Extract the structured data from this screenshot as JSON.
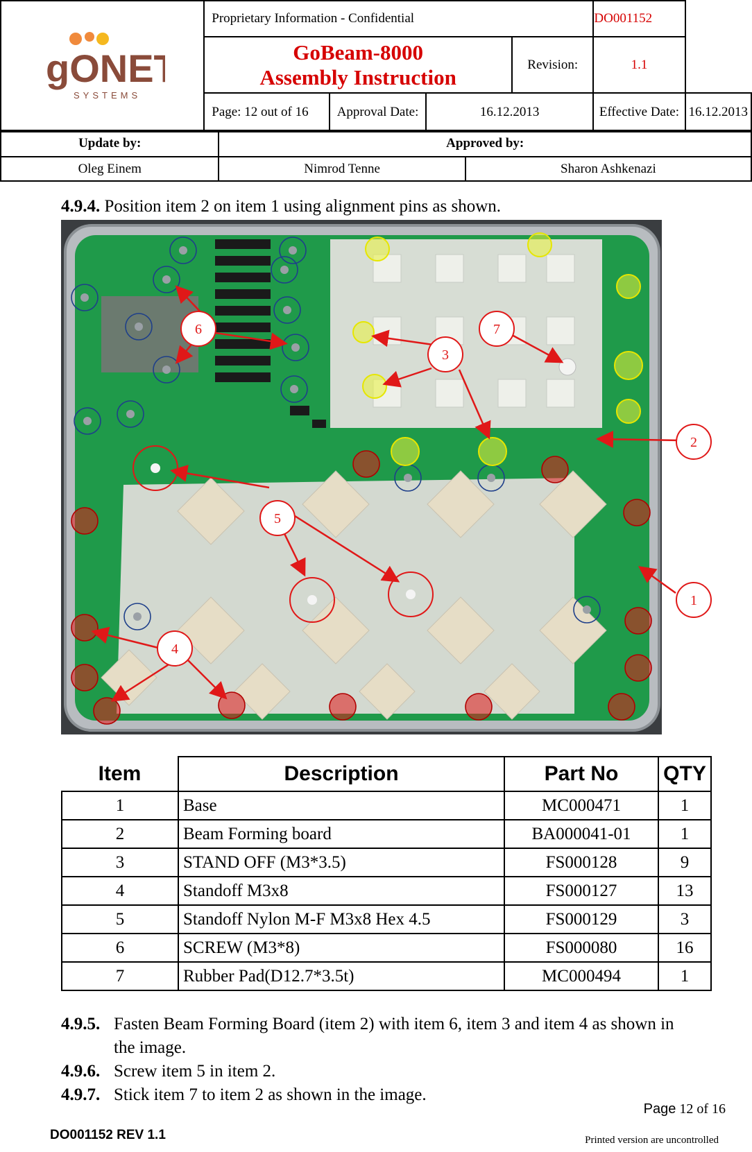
{
  "header": {
    "logo_text": "gONET",
    "logo_sub": "SYSTEMS",
    "confidential": "Proprietary Information - Confidential",
    "doc_id": "DO001152",
    "title_line1": "GoBeam-8000",
    "title_line2": "Assembly Instruction",
    "revision_label": "Revision:",
    "revision_value": "1.1",
    "page_label": "Page: 12 out of 16",
    "approval_label": "Approval Date:",
    "approval_value": "16.12.2013",
    "effective_label": "Effective Date:",
    "effective_value": "16.12.2013",
    "update_by_label": "Update by:",
    "approved_by_label": "Approved by:",
    "updater": "Oleg Einem",
    "approver1": "Nimrod Tenne",
    "approver2": "Sharon Ashkenazi"
  },
  "step_4_9_4": {
    "num": "4.9.4.",
    "text": "Position item 2 on item 1 using alignment pins as shown."
  },
  "photo_callouts": [
    "1",
    "2",
    "3",
    "4",
    "5",
    "6",
    "7"
  ],
  "parts_table": {
    "headers": [
      "Item",
      "Description",
      "Part No",
      "QTY"
    ],
    "rows": [
      [
        "1",
        "Base",
        "MC000471",
        "1"
      ],
      [
        "2",
        "Beam Forming board",
        "BA000041-01",
        "1"
      ],
      [
        "3",
        "STAND OFF (M3*3.5)",
        "FS000128",
        "9"
      ],
      [
        "4",
        "Standoff M3x8",
        "FS000127",
        "13"
      ],
      [
        "5",
        "Standoff Nylon M-F M3x8 Hex 4.5",
        "FS000129",
        "3"
      ],
      [
        "6",
        "SCREW (M3*8)",
        "FS000080",
        "16"
      ],
      [
        "7",
        "Rubber Pad(D12.7*3.5t)",
        "MC000494",
        "1"
      ]
    ]
  },
  "steps": [
    {
      "num": "4.9.5.",
      "text": "Fasten Beam Forming Board (item 2) with item 6, item 3 and item 4 as shown in the image."
    },
    {
      "num": "4.9.6.",
      "text": "Screw item 5 in item 2."
    },
    {
      "num": "4.9.7.",
      "text": "Stick item 7 to item 2 as shown in the image."
    }
  ],
  "footer": {
    "page_word": "Page",
    "page_rest": "12 of 16",
    "doc_rev": "DO001152 REV 1.1",
    "printed_note": "Printed version are uncontrolled"
  },
  "colors": {
    "accent": "#d60000",
    "logo_orange": "#f08a3c",
    "logo_yellow": "#f5b81f",
    "logo_brown": "#8a4b3a",
    "pcb_green": "#1f9a4a"
  }
}
